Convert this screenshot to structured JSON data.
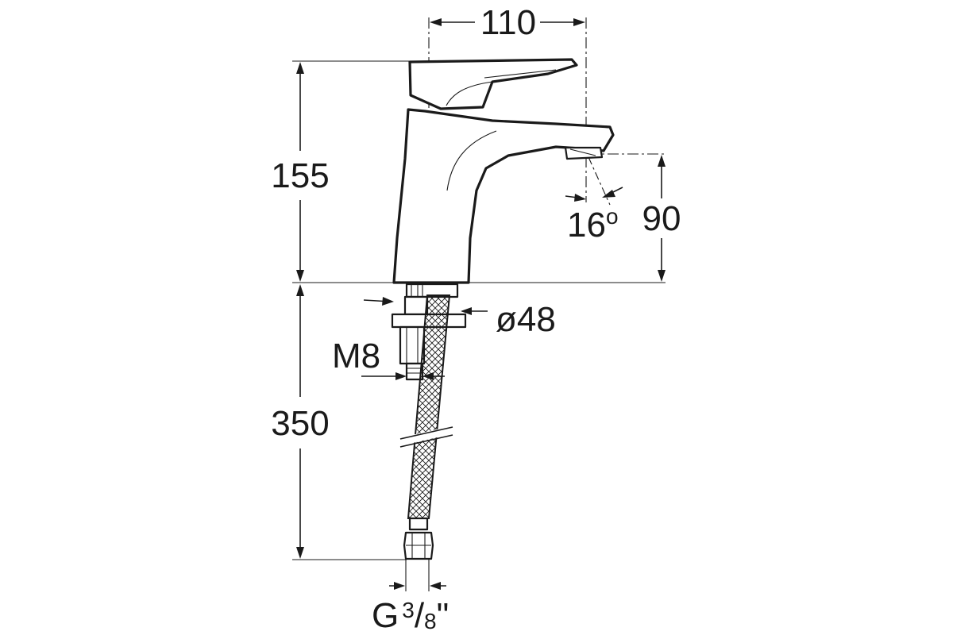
{
  "dimensions": {
    "width_top": "110",
    "height_body": "155",
    "spout_height": "90",
    "spout_angle": "16",
    "spout_angle_unit": "o",
    "hose_length": "350",
    "base_diameter": "ø48",
    "thread": "M8",
    "connector_prefix": "G",
    "connector_num": "3",
    "connector_slash": "/",
    "connector_den": "8",
    "connector_suffix": "\""
  },
  "colors": {
    "line": "#1a1a1a",
    "background": "#ffffff"
  }
}
